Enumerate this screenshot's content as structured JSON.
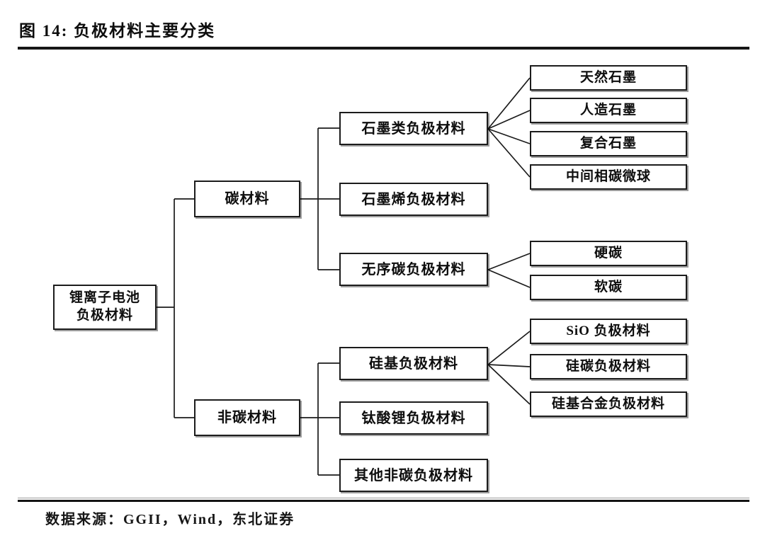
{
  "figure": {
    "title": "图 14: 负极材料主要分类",
    "source": "数据来源：GGII，Wind，东北证券"
  },
  "nodes": {
    "root": {
      "line1": "锂离子电池",
      "line2": "负极材料"
    },
    "carbon": "碳材料",
    "non_carbon": "非碳材料",
    "graphite_type": "石墨类负极材料",
    "graphene": "石墨烯负极材料",
    "disordered_carbon": "无序碳负极材料",
    "silicon_based": "硅基负极材料",
    "lithium_titanate": "钛酸锂负极材料",
    "other_non_carbon": "其他非碳负极材料",
    "natural_graphite": "天然石墨",
    "artificial_graphite": "人造石墨",
    "composite_graphite": "复合石墨",
    "mcmb": "中间相碳微球",
    "hard_carbon": "硬碳",
    "soft_carbon": "软碳",
    "sio": "SiO 负极材料",
    "silicon_carbon": "硅碳负极材料",
    "silicon_alloy": "硅基合金负极材料"
  },
  "hierarchy": {
    "锂离子电池负极材料": {
      "碳材料": {
        "石墨类负极材料": [
          "天然石墨",
          "人造石墨",
          "复合石墨",
          "中间相碳微球"
        ],
        "石墨烯负极材料": [],
        "无序碳负极材料": [
          "硬碳",
          "软碳"
        ]
      },
      "非碳材料": {
        "硅基负极材料": [
          "SiO 负极材料",
          "硅碳负极材料",
          "硅基合金负极材料"
        ],
        "钛酸锂负极材料": [],
        "其他非碳负极材料": []
      }
    }
  }
}
